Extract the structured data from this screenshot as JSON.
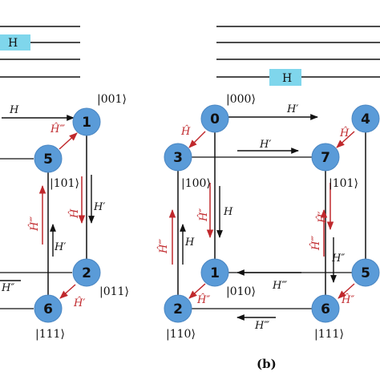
{
  "panel_a": {
    "state_labels": {
      "s001": "|001⟩",
      "s101": "|101⟩",
      "s011": "|011⟩",
      "s111": "|111⟩"
    },
    "nodes": {
      "n1": "1",
      "n5": "5",
      "n2": "2",
      "n6": "6"
    },
    "operators": {
      "top": "H",
      "red_diag_top": "Ĥ‴",
      "red_vert": "Ĥ‴",
      "red_vert_inner": "Ĥ",
      "black_vert": "H′",
      "lower_vert": "H′",
      "red_diag_bottom": "Ĥ′",
      "bottom_left": "H″"
    },
    "box_label": "H"
  },
  "panel_b": {
    "state_labels": {
      "s000": "|000⟩",
      "s100": "|100⟩",
      "s010": "|010⟩",
      "s110": "|110⟩",
      "s101": "|101⟩",
      "s111": "|111⟩"
    },
    "nodes": {
      "n0": "0",
      "n3": "3",
      "n1": "1",
      "n2": "2",
      "n7": "7",
      "n4": "4",
      "n5": "5",
      "n6": "6"
    },
    "operators": {
      "top": "H′",
      "mid_top": "H′",
      "red_diag_top": "Ĥ",
      "right_red_diag_top": "Ĥ",
      "red_vert_left": "Ĥ″",
      "black_vert_left": "H",
      "far_left_red": "Ĥ‴",
      "far_left_black": "H",
      "mid_bottom": "H‴",
      "bottom": "H‴",
      "red_diag_bottom": "Ĥ″",
      "right_red_vert": "Ĥ′",
      "right_red_lower": "Ĥ‴",
      "right_black_lower": "H″",
      "right_red_diag_bottom": "Ĥ″"
    },
    "box_label": "H",
    "caption": "(b)"
  },
  "colors": {
    "node_fill": "#5a9bd8",
    "box_fill": "#7fd6ec",
    "red": "#c0282c",
    "black": "#111111"
  }
}
